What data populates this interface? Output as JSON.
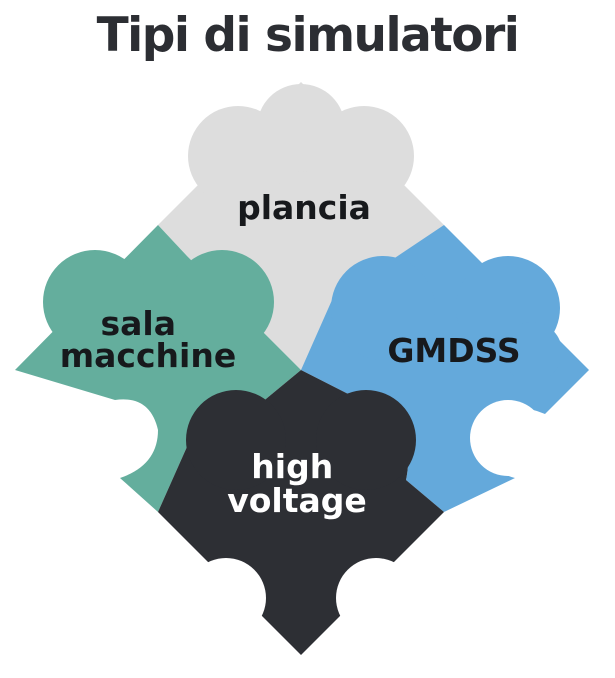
{
  "title": "Tipi di simulatori",
  "colors": {
    "title": "#2c2e33",
    "plancia": "#dddddd",
    "sala_macchine": "#64ae9d",
    "gmdss": "#64a9db",
    "high_voltage": "#2d2f34",
    "dark_text": "#17191c",
    "light_text": "#ffffff"
  },
  "pieces": {
    "plancia": {
      "label_lines": [
        "plancia"
      ]
    },
    "sala_macchine": {
      "label_lines": [
        "sala",
        "macchine"
      ]
    },
    "gmdss": {
      "label_lines": [
        "GMDSS"
      ]
    },
    "high_voltage": {
      "label_lines": [
        "high",
        "voltage"
      ]
    }
  }
}
